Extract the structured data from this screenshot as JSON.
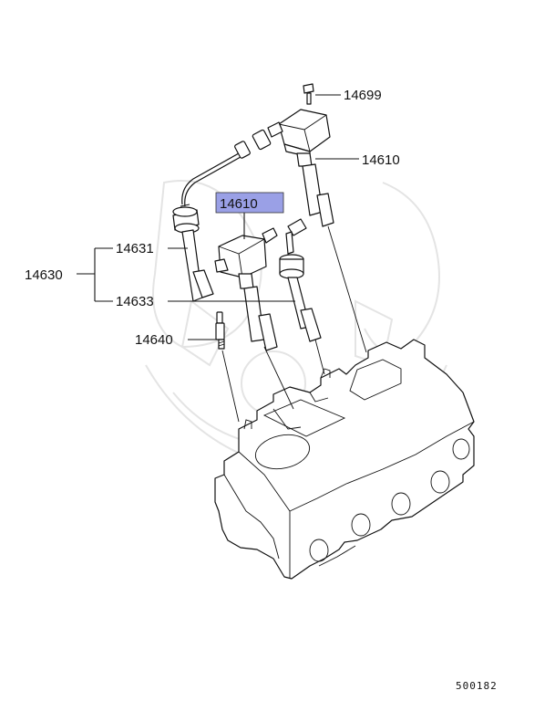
{
  "labels": {
    "bolt": "14699",
    "coil_top": "14610",
    "coil_highlight": "14610",
    "cable_group": "14630",
    "cable_a": "14631",
    "cable_b": "14633",
    "spark_plug": "14640"
  },
  "diagram_code": "500182",
  "colors": {
    "highlight_fill": "#9aa0e6",
    "line": "#111111",
    "watermark": "#e4e4e4"
  }
}
